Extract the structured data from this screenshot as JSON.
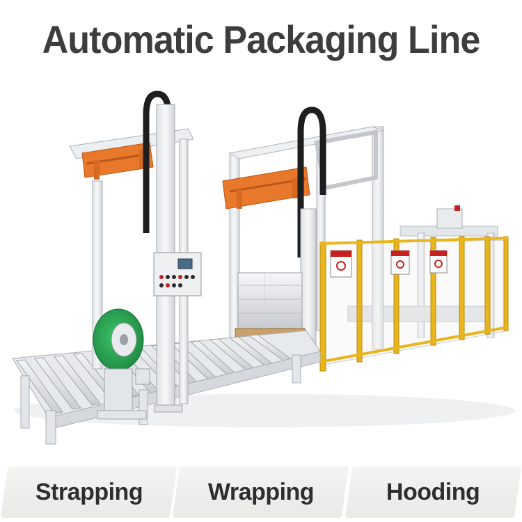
{
  "title": "Automatic Packaging Line",
  "stages": [
    {
      "label": "Strapping"
    },
    {
      "label": "Wrapping"
    },
    {
      "label": "Hooding"
    }
  ],
  "colors": {
    "title": "#3d3d3d",
    "frame": "#e9ecef",
    "orange": "#e8782a",
    "strap": "#2eaa55",
    "fence": "#e9b51c",
    "cable": "#1e1e1e",
    "sign_red": "#c8201e"
  }
}
